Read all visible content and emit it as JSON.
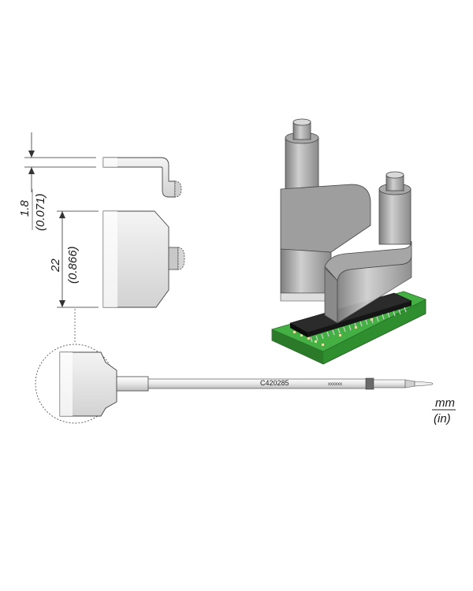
{
  "dimensions": {
    "thickness": {
      "mm": "1.8",
      "in": "(0.071)"
    },
    "width": {
      "mm": "22",
      "in": "(0.866)"
    }
  },
  "tip": {
    "model_code": "C420285",
    "batch_code": "xxxxxx"
  },
  "units": {
    "primary": "mm",
    "secondary": "(in)"
  },
  "colors": {
    "metal_light": "#e8e8e8",
    "metal_mid": "#bdbdbd",
    "metal_dark": "#8a8a8a",
    "pcb_green": "#3aa83a",
    "chip_black": "#1e1e1e",
    "outline": "#333333"
  }
}
